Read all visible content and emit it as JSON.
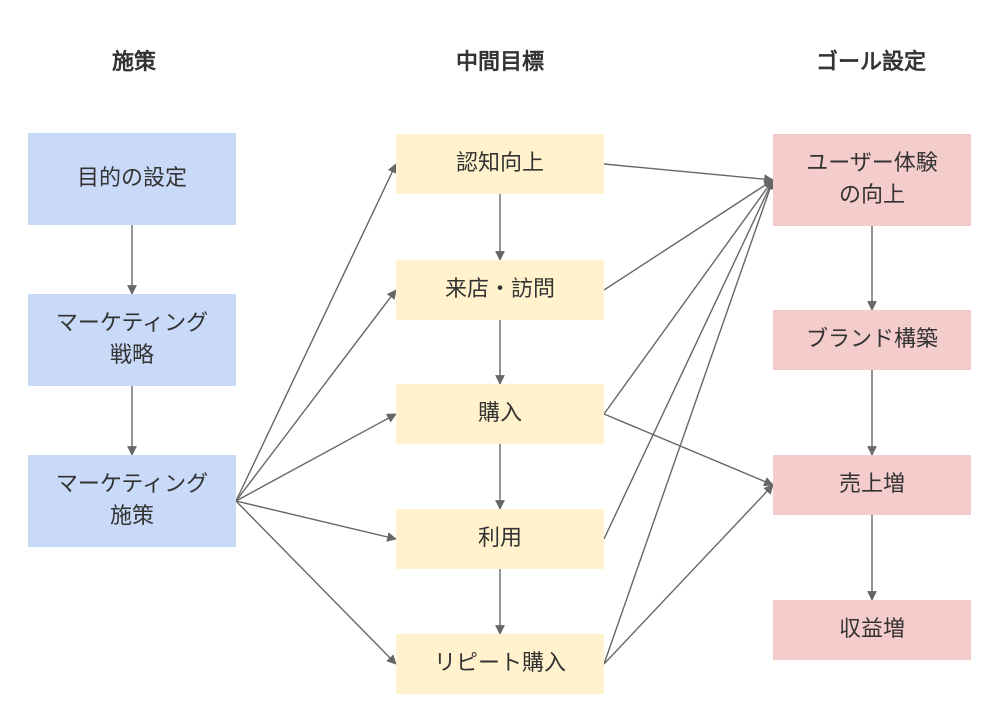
{
  "columns": {
    "left": "施策",
    "middle": "中間目標",
    "right": "ゴール設定"
  },
  "colors": {
    "blue": "#c9daf8",
    "yellow": "#fff2cc",
    "pink": "#f4cccc",
    "arrow": "#666666"
  },
  "nodes": {
    "purpose": "目的の設定",
    "strategy": "マーケティング\n戦略",
    "measures": "マーケティング\n施策",
    "awareness": "認知向上",
    "visit": "来店・訪問",
    "purchase": "購入",
    "use": "利用",
    "repeat": "リピート購入",
    "ux": "ユーザー体験\nの向上",
    "brand": "ブランド構築",
    "sales": "売上増",
    "profit": "収益増"
  },
  "edges": [
    [
      "purpose",
      "strategy"
    ],
    [
      "strategy",
      "measures"
    ],
    [
      "measures",
      "awareness"
    ],
    [
      "measures",
      "visit"
    ],
    [
      "measures",
      "purchase"
    ],
    [
      "measures",
      "use"
    ],
    [
      "measures",
      "repeat"
    ],
    [
      "awareness",
      "visit"
    ],
    [
      "visit",
      "purchase"
    ],
    [
      "purchase",
      "use"
    ],
    [
      "use",
      "repeat"
    ],
    [
      "awareness",
      "ux"
    ],
    [
      "visit",
      "ux"
    ],
    [
      "purchase",
      "ux"
    ],
    [
      "use",
      "ux"
    ],
    [
      "repeat",
      "ux"
    ],
    [
      "purchase",
      "sales"
    ],
    [
      "repeat",
      "sales"
    ],
    [
      "ux",
      "brand"
    ],
    [
      "brand",
      "sales"
    ],
    [
      "sales",
      "profit"
    ]
  ]
}
